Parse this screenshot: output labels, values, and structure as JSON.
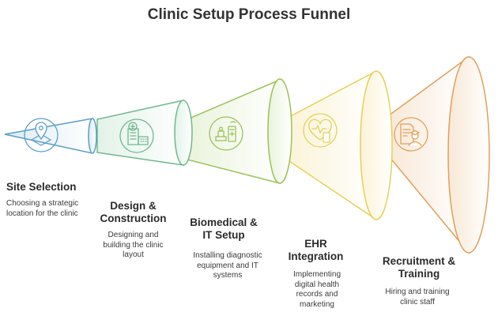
{
  "title": "Clinic Setup Process Funnel",
  "colors": {
    "site": "#5a9ec8",
    "design": "#6fb88c",
    "biomedical": "#9ac25a",
    "ehr": "#e7cf58",
    "recruitment": "#e0a05a"
  },
  "stages": [
    {
      "heading": "Site Selection",
      "description": "Choosing a strategic location for the clinic",
      "icon": "location-pin-icon"
    },
    {
      "heading": "Design & Construction",
      "description": "Designing and building the clinic layout",
      "icon": "hospital-building-icon"
    },
    {
      "heading": "Biomedical & IT Setup",
      "description": "Installing diagnostic equipment and IT systems",
      "icon": "medical-equipment-icon"
    },
    {
      "heading": "EHR Integration",
      "description": "Implementing digital health records and marketing",
      "icon": "heart-tablet-icon"
    },
    {
      "heading": "Recruitment & Training",
      "description": "Hiring and training clinic staff",
      "icon": "staff-document-icon"
    }
  ]
}
